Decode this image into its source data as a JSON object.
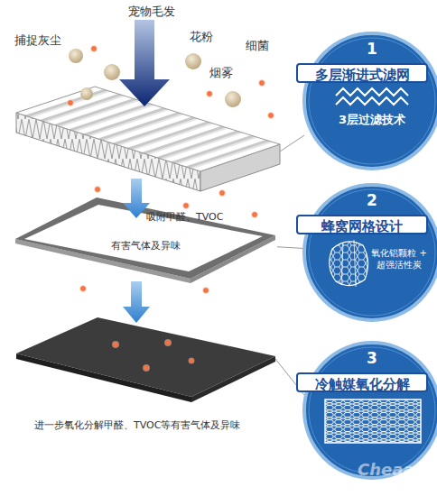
{
  "diagram": {
    "nodes": [
      {
        "text": [
          "1",
          "多层渐进式滤网",
          "3层过滤技术"
        ]
      },
      {
        "text": [
          "吸附甲醛、TVOC",
          "有害气体及异味"
        ]
      },
      {
        "text": [
          "2",
          "蜂窝网格设计",
          "氧化铝颗粒 + 超强活性炭"
        ]
      },
      {
        "text": [
          "3",
          "冷触媒氧化分解"
        ]
      }
    ],
    "edges": [
      {
        "from": 1,
        "to": 2,
        "arrow": "none"
      }
    ],
    "labels": [
      "宠物毛发",
      "捕捉灰尘",
      "花粉",
      "细菌",
      "烟雾",
      "进一步氧化分解甲醛、TVOC等有害气体及异味",
      "Cheaa"
    ]
  }
}
